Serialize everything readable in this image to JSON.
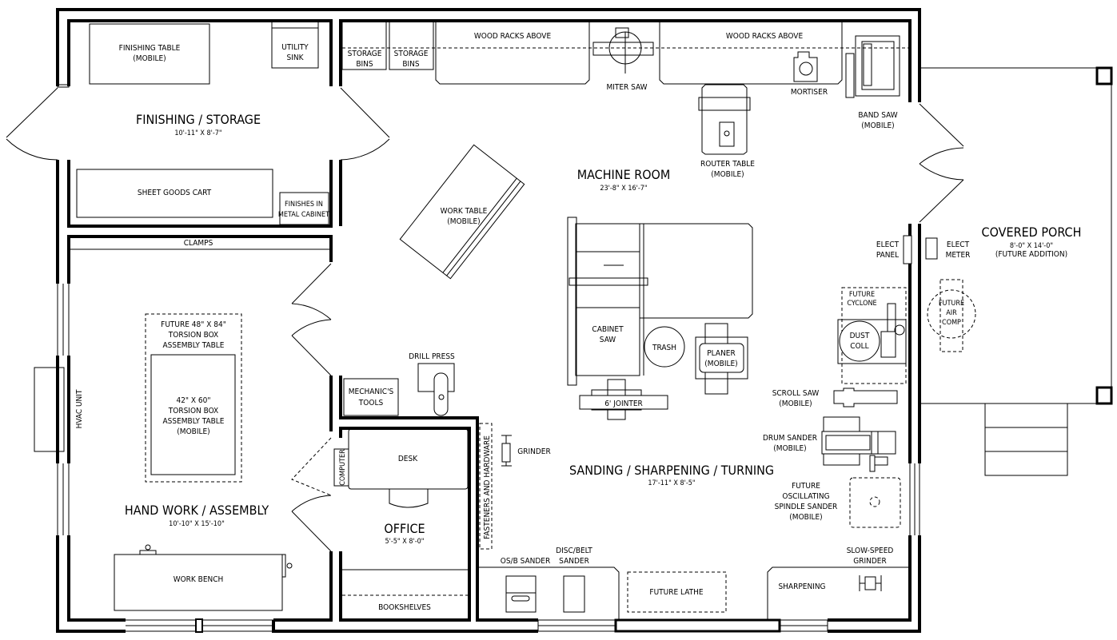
{
  "rooms": {
    "finishing": {
      "name": "FINISHING / STORAGE",
      "size": "10'-11\" X 8'-7\""
    },
    "machine": {
      "name": "MACHINE ROOM",
      "size": "23'-8\" X 16'-7\""
    },
    "handwork": {
      "name": "HAND WORK / ASSEMBLY",
      "size": "10'-10\" X 15'-10\""
    },
    "office": {
      "name": "OFFICE",
      "size": "5'-5\" X 8'-0\""
    },
    "sanding": {
      "name": "SANDING / SHARPENING / TURNING",
      "size": "17'-11\" X 8'-5\""
    },
    "porch": {
      "name": "COVERED PORCH",
      "size": "8'-0\" X 14'-0\"",
      "note": "(FUTURE ADDITION)"
    }
  },
  "labels": {
    "finishing_table": [
      "FINISHING TABLE",
      "(MOBILE)"
    ],
    "utility_sink": [
      "UTILITY",
      "SINK"
    ],
    "sheet_goods": "SHEET GOODS CART",
    "finishes": [
      "FINISHES IN",
      "METAL CABINET"
    ],
    "clamps": "CLAMPS",
    "storage_bins_1": [
      "STORAGE",
      "BINS"
    ],
    "storage_bins_2": [
      "STORAGE",
      "BINS"
    ],
    "wood_racks_1": "WOOD RACKS ABOVE",
    "wood_racks_2": "WOOD RACKS ABOVE",
    "miter_saw": "MITER SAW",
    "mortiser": "MORTISER",
    "band_saw": [
      "BAND SAW",
      "(MOBILE)"
    ],
    "router_table": [
      "ROUTER TABLE",
      "(MOBILE)"
    ],
    "work_table": [
      "WORK TABLE",
      "(MOBILE)"
    ],
    "cabinet_saw": [
      "CABINET",
      "SAW"
    ],
    "trash": "TRASH",
    "planer": [
      "PLANER",
      "(MOBILE)"
    ],
    "jointer": "6' JOINTER",
    "elect_panel": [
      "ELECT",
      "PANEL"
    ],
    "elect_meter": [
      "ELECT",
      "METER"
    ],
    "future_cyclone": [
      "FUTURE",
      "CYCLONE"
    ],
    "dust_coll": [
      "DUST",
      "COLL"
    ],
    "future_air_comp": [
      "FUTURE",
      "AIR",
      "COMP"
    ],
    "scroll_saw": [
      "SCROLL SAW",
      "(MOBILE)"
    ],
    "drum_sander": [
      "DRUM SANDER",
      "(MOBILE)"
    ],
    "spindle_sander": [
      "FUTURE",
      "OSCILLATING",
      "SPINDLE SANDER",
      "(MOBILE)"
    ],
    "slow_grinder": [
      "SLOW-SPEED",
      "GRINDER"
    ],
    "sharpening": "SHARPENING",
    "future_lathe": "FUTURE LATHE",
    "disc_belt": [
      "DISC/BELT",
      "SANDER"
    ],
    "osb_sander": "OS/B SANDER",
    "fasteners": "FASTENERS AND HARDWARE",
    "grinder": "GRINDER",
    "drill_press": "DRILL PRESS",
    "mechanics_tools": [
      "MECHANIC'S",
      "TOOLS"
    ],
    "desk": "DESK",
    "computer": "COMPUTER",
    "bookshelves": "BOOKSHELVES",
    "future_torsion": [
      "FUTURE 48\" X 84\"",
      "TORSION BOX",
      "ASSEMBLY TABLE"
    ],
    "torsion": [
      "42\" X 60\"",
      "TORSION BOX",
      "ASSEMBLY TABLE",
      "(MOBILE)"
    ],
    "hvac": "HVAC UNIT",
    "work_bench": "WORK BENCH"
  }
}
